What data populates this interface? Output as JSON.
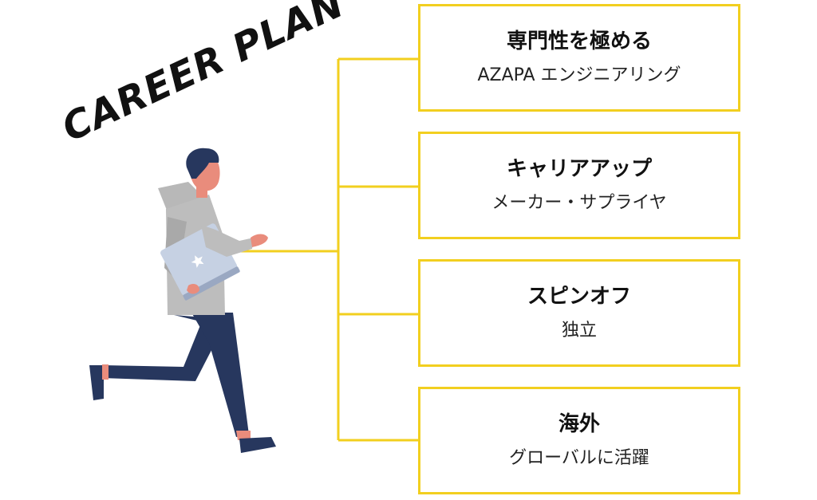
{
  "headline": "CAREER PLAN",
  "colors": {
    "connector": "#f2cf1f",
    "text": "#111111"
  },
  "options": [
    {
      "title": "専門性を極める",
      "subtitle": "AZAPA エンジニアリング"
    },
    {
      "title": "キャリアアップ",
      "subtitle": "メーカー・サプライヤ"
    },
    {
      "title": "スピンオフ",
      "subtitle": "独立"
    },
    {
      "title": "海外",
      "subtitle": "グローバルに活躍"
    }
  ]
}
